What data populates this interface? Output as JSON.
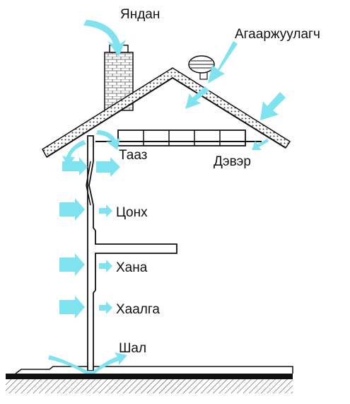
{
  "labels": {
    "chimney": "Яндан",
    "ventilator": "Агааржуулагч",
    "ceiling": "Тааз",
    "eave": "Дэвэр",
    "window": "Цонх",
    "wall": "Хана",
    "door": "Хаалга",
    "floor": "Шал"
  },
  "colors": {
    "arrow": "#7fe3ef",
    "line": "#111111"
  }
}
